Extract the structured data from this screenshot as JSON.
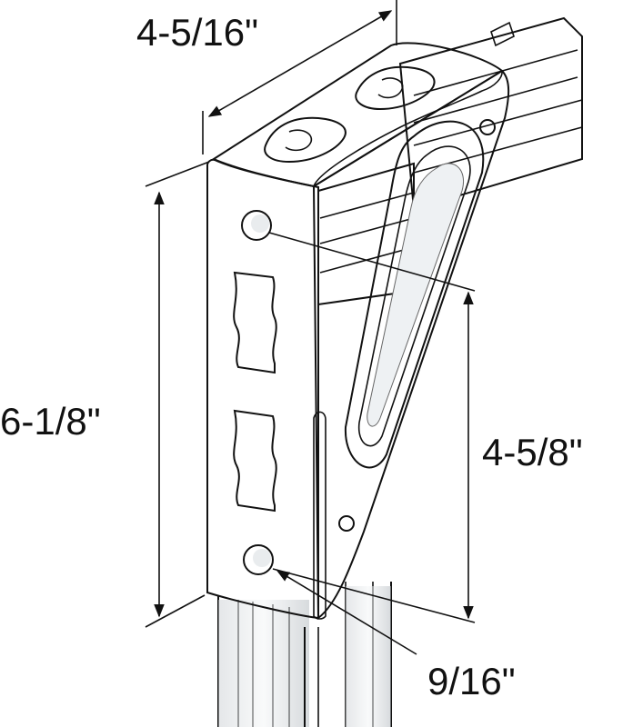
{
  "dimensions": {
    "width": "4-5/16\"",
    "height": "6-1/8\"",
    "hole_spacing": "4-5/8\"",
    "hole_diameter": "9/16\""
  },
  "colors": {
    "line": "#111111",
    "metal_light": "#eef1f3",
    "metal_mid": "#c9ced3",
    "metal_dark": "#8f959b",
    "background": "#ffffff"
  }
}
